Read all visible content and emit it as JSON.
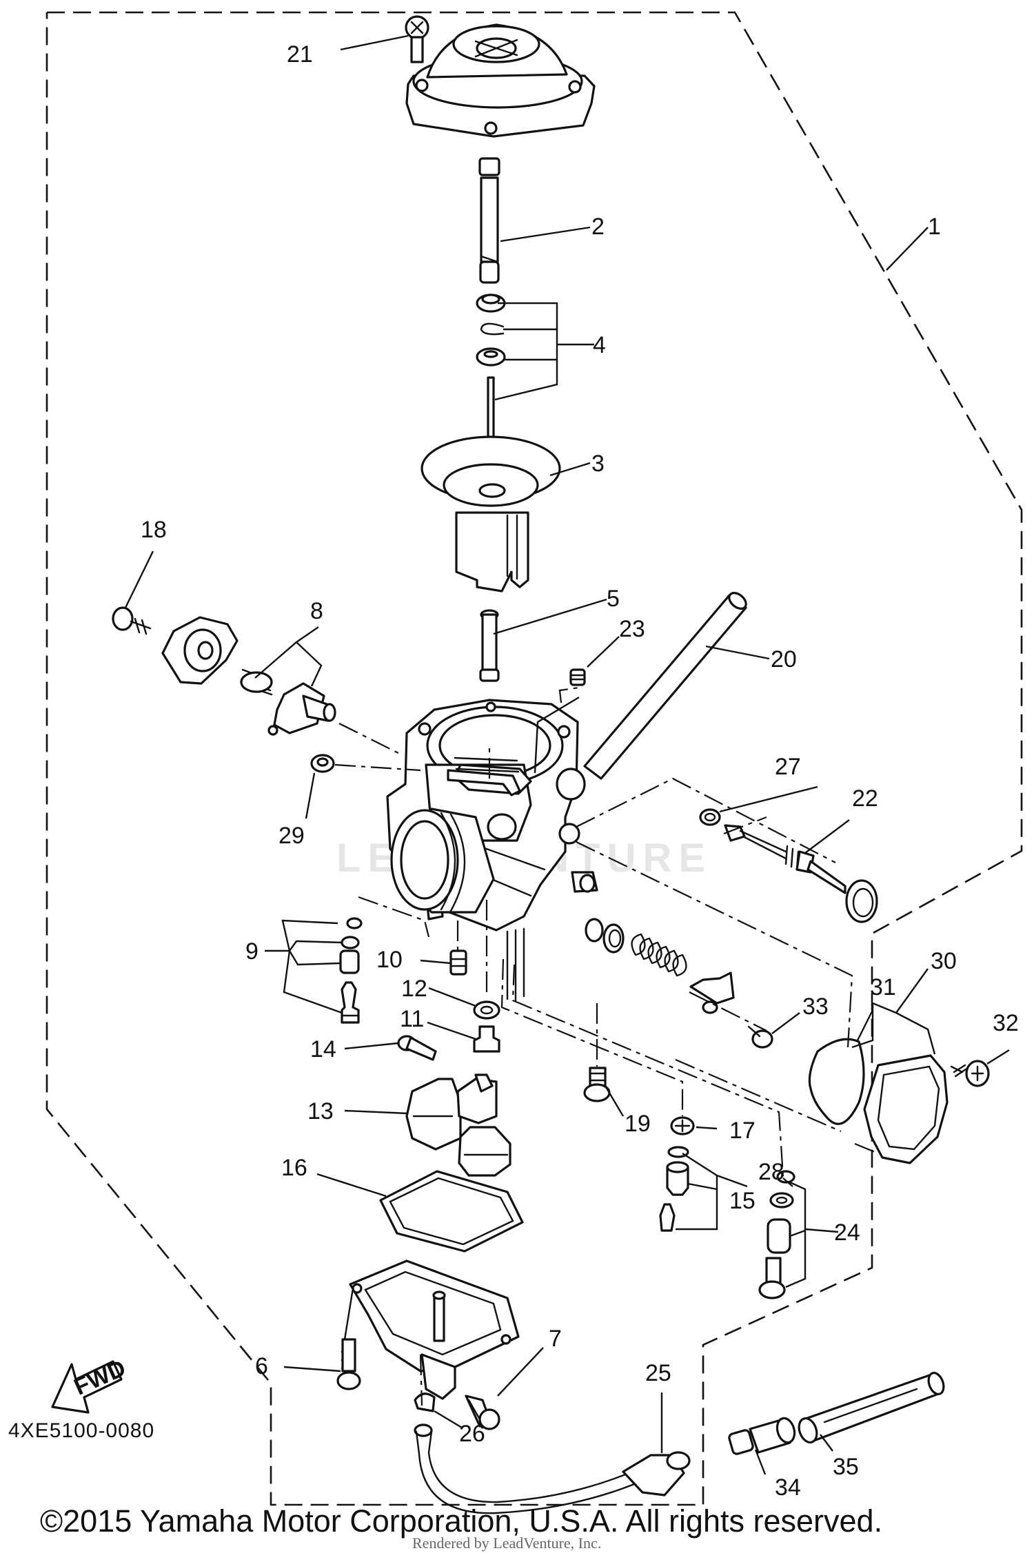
{
  "diagram": {
    "code": "4XE5100-0080",
    "copyright": "©2015 Yamaha Motor Corporation, U.S.A. All rights reserved.",
    "rendered_by": "Rendered by LeadVenture, Inc.",
    "watermark": "LEADVENTURE",
    "fwd_label": "FWD",
    "callouts": [
      "1",
      "2",
      "3",
      "4",
      "5",
      "6",
      "7",
      "8",
      "9",
      "10",
      "11",
      "12",
      "13",
      "14",
      "15",
      "16",
      "17",
      "18",
      "19",
      "20",
      "21",
      "22",
      "23",
      "24",
      "25",
      "26",
      "27",
      "28",
      "29",
      "30",
      "31",
      "32",
      "33",
      "34",
      "35"
    ]
  }
}
